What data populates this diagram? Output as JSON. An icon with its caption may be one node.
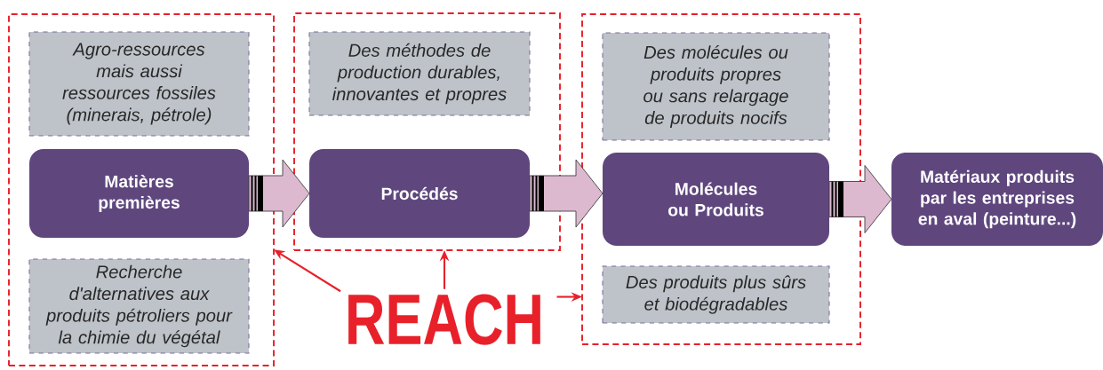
{
  "diagram": {
    "nodes": [
      {
        "text": [],
        "shape": "box"
      },
      {
        "text": [
          "Agro-ressources mais aussi ressources fossiles (minerais, pétrole)"
        ],
        "in": 0
      },
      {
        "text": [
          "Matières premières"
        ],
        "in": 0
      },
      {
        "text": [
          "Recherche d'alternatives aux produits pétroliers pour la chimie du végétal"
        ],
        "in": 0
      },
      {
        "text": [],
        "shape": "box"
      },
      {
        "text": [
          "Des méthodes de production durables, innovantes et propres"
        ],
        "in": 4
      },
      {
        "text": [
          "Procédés"
        ],
        "in": 4
      },
      {
        "text": [],
        "shape": "box"
      },
      {
        "text": [
          "Des molécules ou produits propres ou sans relargage de produits nocifs"
        ],
        "in": 7
      },
      {
        "text": [
          "Molécules ou Produits"
        ],
        "in": 7
      },
      {
        "text": [
          "Des produits plus sûrs et biodégradables"
        ],
        "in": 7
      },
      {
        "text": [
          "Matériaux produits par les entreprises en aval (peinture...)"
        ]
      },
      {
        "text": [
          "REACH"
        ]
      }
    ],
    "edges": [
      {
        "from": 2,
        "to": 6,
        "arrow": "to",
        "style": "thick"
      },
      {
        "from": 6,
        "to": 9,
        "arrow": "to",
        "style": "thick"
      },
      {
        "from": 9,
        "to": 11,
        "arrow": "to",
        "style": "thick"
      },
      {
        "from": 12,
        "to": 0,
        "arrow": "to",
        "color": "#e8202a"
      },
      {
        "from": 12,
        "to": 4,
        "arrow": "to",
        "color": "#e8202a"
      },
      {
        "from": 12,
        "to": 7,
        "arrow": "to",
        "color": "#e8202a"
      }
    ]
  }
}
